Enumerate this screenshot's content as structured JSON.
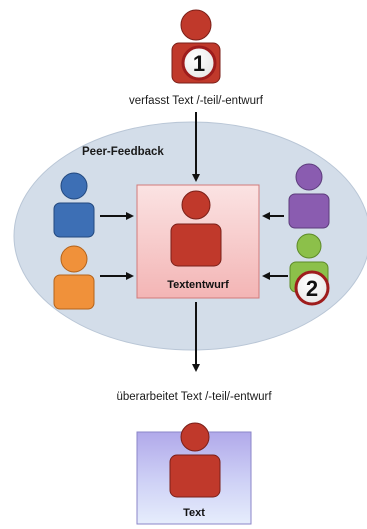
{
  "labels": {
    "author_caption": "verfasst Text /-teil/-entwurf",
    "peer_feedback": "Peer-Feedback",
    "draft_box": "Textentwurf",
    "revise_caption": "überarbeitet Text /-teil/-entwurf",
    "final_box": "Text"
  },
  "badges": {
    "author": "1",
    "peer": "2"
  },
  "colors": {
    "author": "#c0392b",
    "peer_blue": "#3d6fb5",
    "peer_orange": "#f0913a",
    "peer_purple": "#8a5cb0",
    "peer_green": "#8cc04a",
    "ellipse": "#d3dde9",
    "draft_box": "#f6c9c9",
    "final_box_top": "#b6b2ea",
    "final_box_bottom": "#e2e9fb"
  }
}
